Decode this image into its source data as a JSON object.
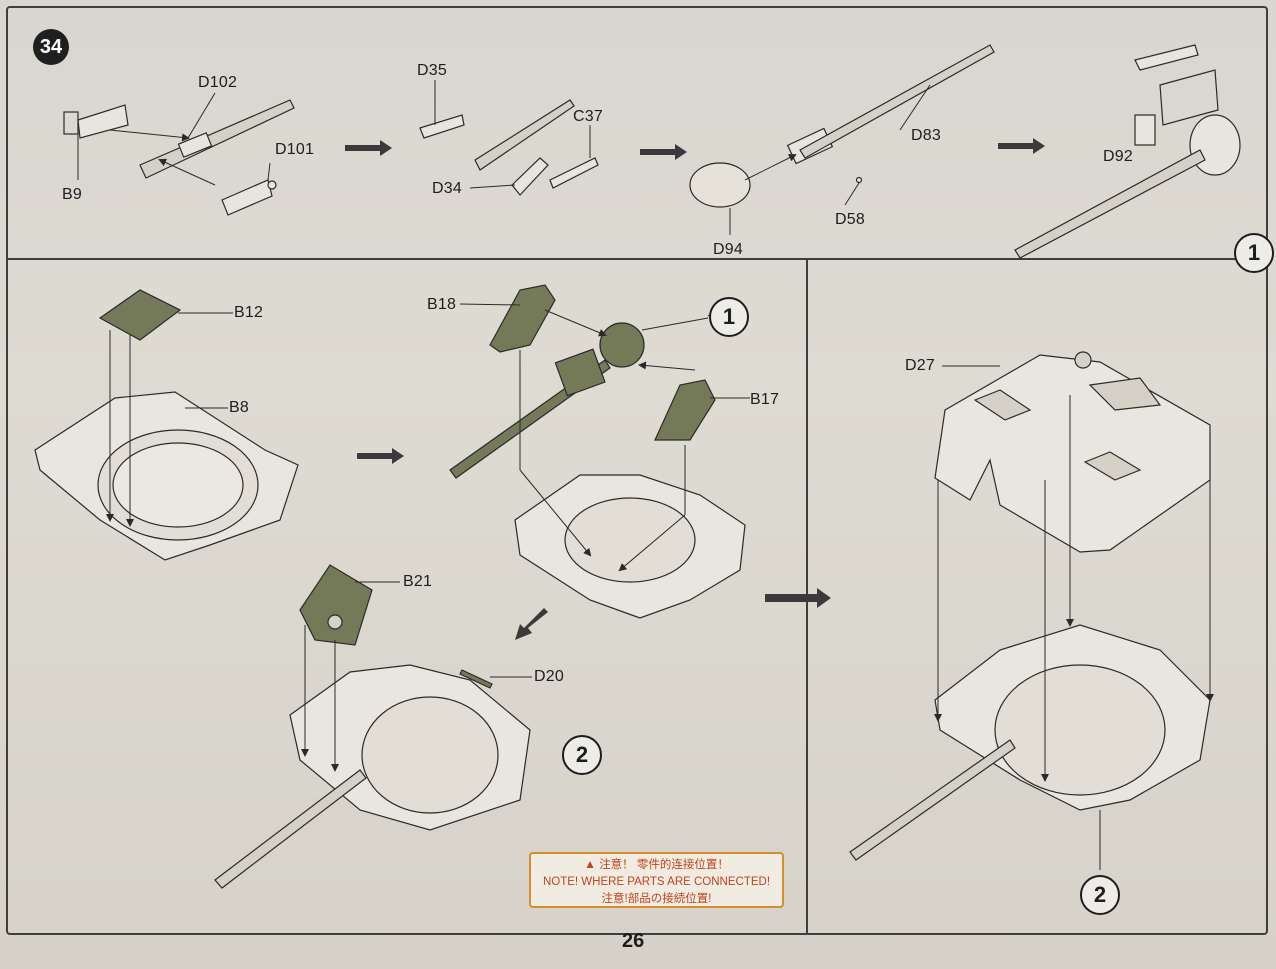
{
  "step": {
    "number": "34"
  },
  "page_number": "26",
  "subassembly_markers": {
    "one": "1",
    "two": "2"
  },
  "parts": {
    "D102": "D102",
    "D101": "D101",
    "B9": "B9",
    "D35": "D35",
    "C37": "C37",
    "D34": "D34",
    "D83": "D83",
    "D94": "D94",
    "D58": "D58",
    "D92": "D92",
    "B12": "B12",
    "B8": "B8",
    "B18": "B18",
    "B17": "B17",
    "B21": "B21",
    "D20": "D20",
    "D27": "D27"
  },
  "notice": {
    "warning_symbol": "▲",
    "line_cn": "注意！ 零件的连接位置！",
    "line_en": "NOTE! WHERE  PARTS ARE CONNECTED!",
    "line_jp": "注意!部品の接続位置!"
  },
  "colors": {
    "part_green": "#747a58",
    "notice_border": "#d98c2b",
    "notice_text": "#c0441d",
    "line": "#2a2a2a"
  }
}
